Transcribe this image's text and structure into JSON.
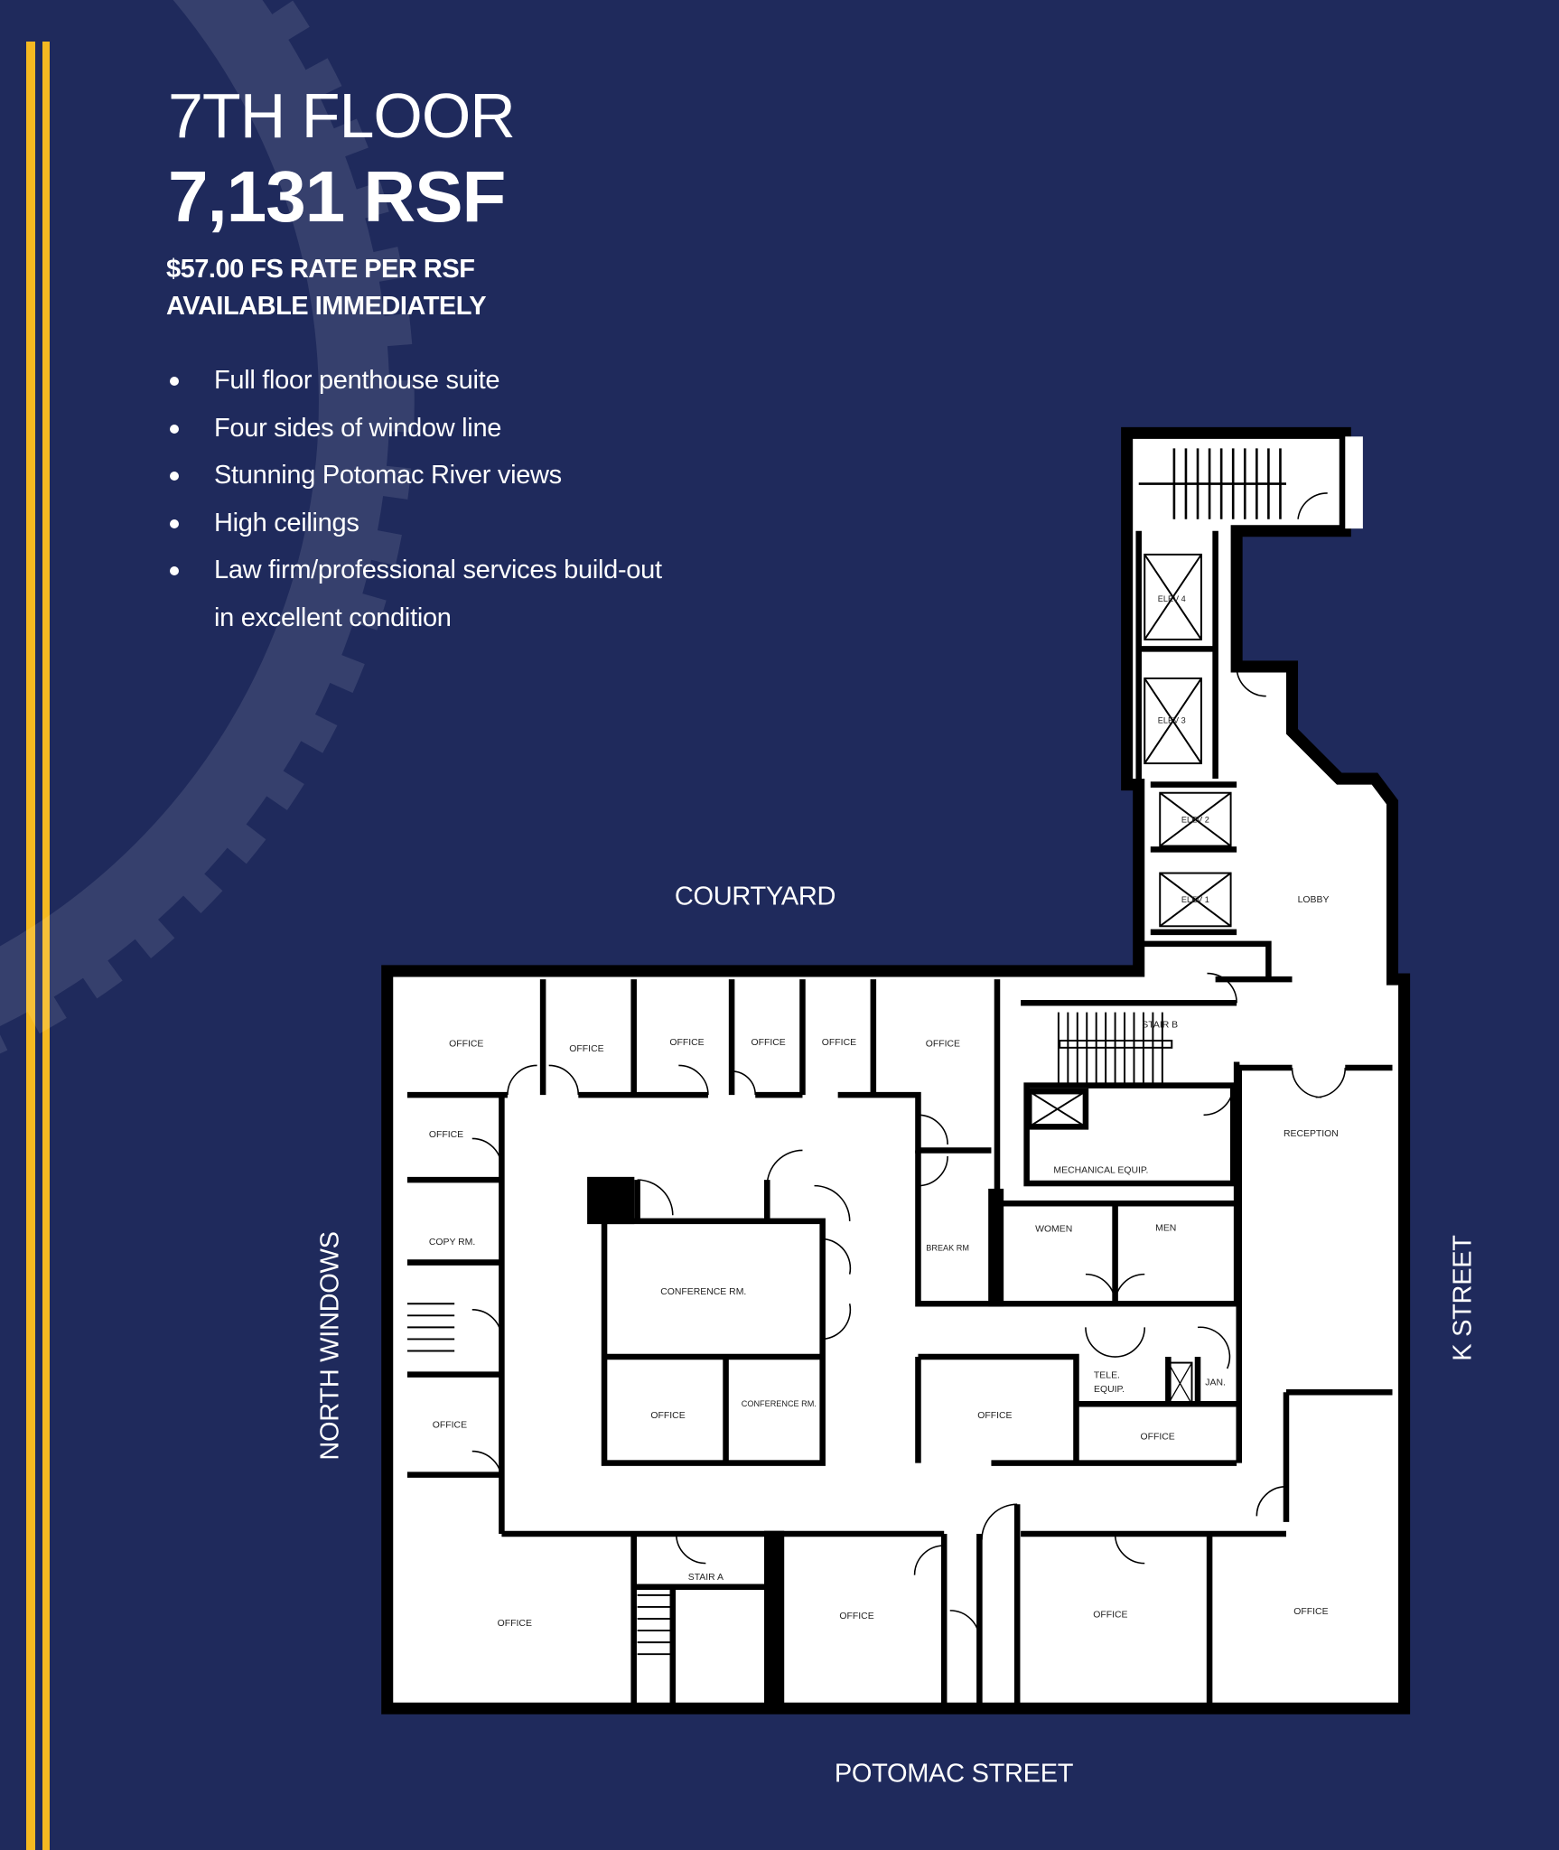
{
  "colors": {
    "background": "#1f2a5c",
    "accent_stripe": "#f5b921",
    "text": "#ffffff"
  },
  "header": {
    "title": "7TH FLOOR",
    "area": "7,131 RSF",
    "rate": "$57.00 FS RATE PER RSF",
    "availability": "AVAILABLE IMMEDIATELY"
  },
  "features": [
    "Full floor penthouse suite",
    "Four sides of window line",
    "Stunning Potomac River views",
    "High ceilings",
    "Law firm/professional services build-out",
    "in excellent condition"
  ],
  "plan": {
    "orientation": {
      "top": "COURTYARD",
      "left": "NORTH WINDOWS",
      "right": "K STREET",
      "bottom": "POTOMAC STREET"
    },
    "rooms": [
      "OFFICE",
      "OFFICE",
      "OFFICE",
      "OFFICE",
      "OFFICE",
      "OFFICE",
      "OFFICE",
      "COPY RM.",
      "CONFERENCE RM.",
      "BREAK RM",
      "STAIR B",
      "MECHANICAL EQUIP.",
      "WOMEN",
      "MEN",
      "RECEPTION",
      "LOBBY",
      "ELEV 4",
      "ELEV 3",
      "ELEV 2",
      "ELEV 1",
      "OFFICE",
      "OFFICE",
      "CONFERENCE RM.",
      "OFFICE",
      "TELE.",
      "EQUIP.",
      "JAN.",
      "OFFICE",
      "STAIR A",
      "OFFICE",
      "OFFICE",
      "OFFICE",
      "OFFICE"
    ]
  }
}
